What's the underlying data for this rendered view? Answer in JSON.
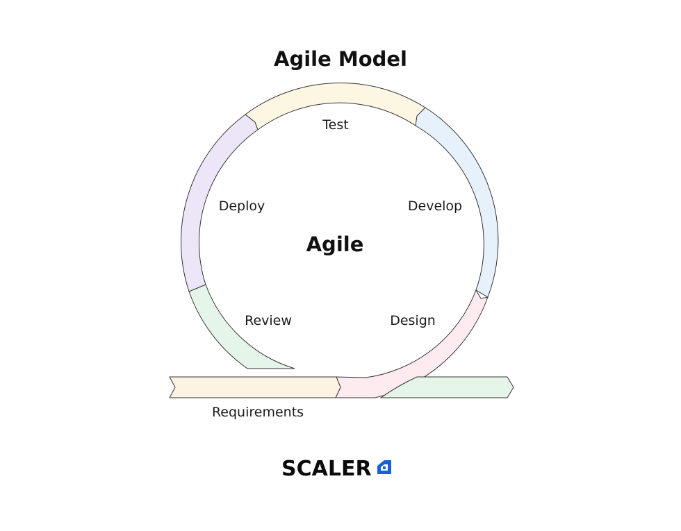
{
  "title": "Agile Model",
  "center": "Agile",
  "stages": {
    "test": "Test",
    "develop": "Develop",
    "design": "Design",
    "review": "Review",
    "deploy": "Deploy",
    "requirements": "Requirements"
  },
  "colors": {
    "test": "#fdf6e3",
    "develop": "#e6f1fc",
    "design": "#fdebf0",
    "review": "#e6f5e9",
    "deploy": "#ede6f8",
    "requirements": "#fdf3e3",
    "exit": "#e6f5e9",
    "stroke": "#333333",
    "logo_accent": "#1a5fd4"
  },
  "logo": {
    "text": "SCALER",
    "icon": "scaler-logo-icon"
  }
}
